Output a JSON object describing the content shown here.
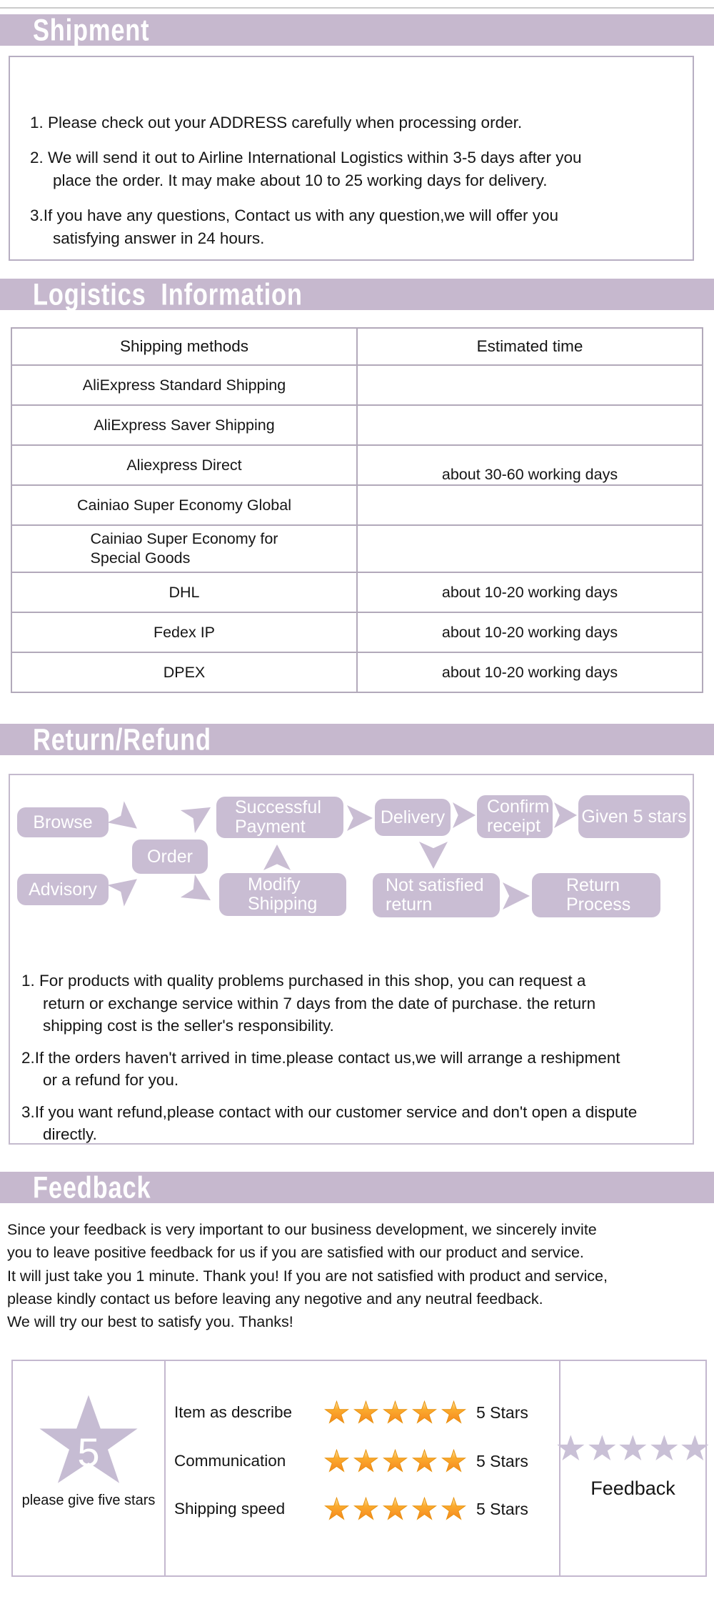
{
  "colors": {
    "header_bar": "#c6b8ce",
    "flow_box": "#c9bdd3",
    "table_border": "#b2a9ba",
    "feedback_border": "#c4b8cf",
    "star_orange": "#f9a13a",
    "star_lavender": "#c9c0d6",
    "text": "#151515"
  },
  "shipment": {
    "title": "Shipment",
    "items": [
      "1. Please check out your ADDRESS carefully when processing order.",
      "2. We will send it out to Airline International Logistics within 3-5 days after you\nplace the order. It may make about 10 to 25 working days for delivery.",
      "3.If you have any questions, Contact us with any question,we will offer you\nsatisfying answer in 24 hours."
    ]
  },
  "logistics": {
    "title": "Logistics  Information",
    "table": {
      "headers": [
        "Shipping methods",
        "Estimated time"
      ],
      "rows": [
        {
          "method": "AliExpress Standard Shipping",
          "time": ""
        },
        {
          "method": "AliExpress Saver Shipping",
          "time": ""
        },
        {
          "method": "Aliexpress Direct",
          "time": "about 30-60 working days"
        },
        {
          "method": "Cainiao Super Economy Global",
          "time": ""
        },
        {
          "method": "Cainiao Super Economy for\nSpecial Goods",
          "time": ""
        },
        {
          "method": "DHL",
          "time": "about 10-20 working days"
        },
        {
          "method": "Fedex IP",
          "time": "about 10-20 working days"
        },
        {
          "method": "DPEX",
          "time": "about 10-20 working days"
        }
      ]
    }
  },
  "return_refund": {
    "title": "Return/Refund",
    "flow": {
      "nodes": [
        {
          "label": "Browse"
        },
        {
          "label": "Order"
        },
        {
          "label": "Advisory"
        },
        {
          "label": "Successful\nPayment"
        },
        {
          "label": "Modify\nShipping"
        },
        {
          "label": "Delivery"
        },
        {
          "label": "Confirm\nreceipt"
        },
        {
          "label": "Given 5 stars"
        },
        {
          "label": "Not satisfied\nreturn"
        },
        {
          "label": "Return\nProcess"
        }
      ]
    },
    "items": [
      "1. For products with quality problems purchased in this shop, you can request a\nreturn or exchange service within 7 days from the date of purchase. the return\nshipping cost is the seller's responsibility.",
      "2.If the orders haven't arrived in time.please contact us,we will arrange a reshipment\n or a refund for you.",
      "3.If you want refund,please contact with our customer service and don't open a dispute\ndirectly."
    ]
  },
  "feedback": {
    "title": "Feedback",
    "paragraph": "Since your feedback is very important to our business development, we sincerely invite\nyou to leave positive feedback for us if you are satisfied with our product and service.\nIt will just take you 1 minute. Thank you! If you are not satisfied with product and service,\nplease kindly contact us before leaving any negotive and any neutral feedback.\nWe will try our best to satisfy you. Thanks!",
    "table": {
      "left": {
        "star_number": "5",
        "caption": "please give five stars"
      },
      "ratings": [
        {
          "label": "Item as describe",
          "stars": 5,
          "value": "5 Stars"
        },
        {
          "label": "Communication",
          "stars": 5,
          "value": "5 Stars"
        },
        {
          "label": "Shipping speed",
          "stars": 5,
          "value": "5 Stars"
        }
      ],
      "right": {
        "stars": 5,
        "label": "Feedback"
      }
    }
  }
}
